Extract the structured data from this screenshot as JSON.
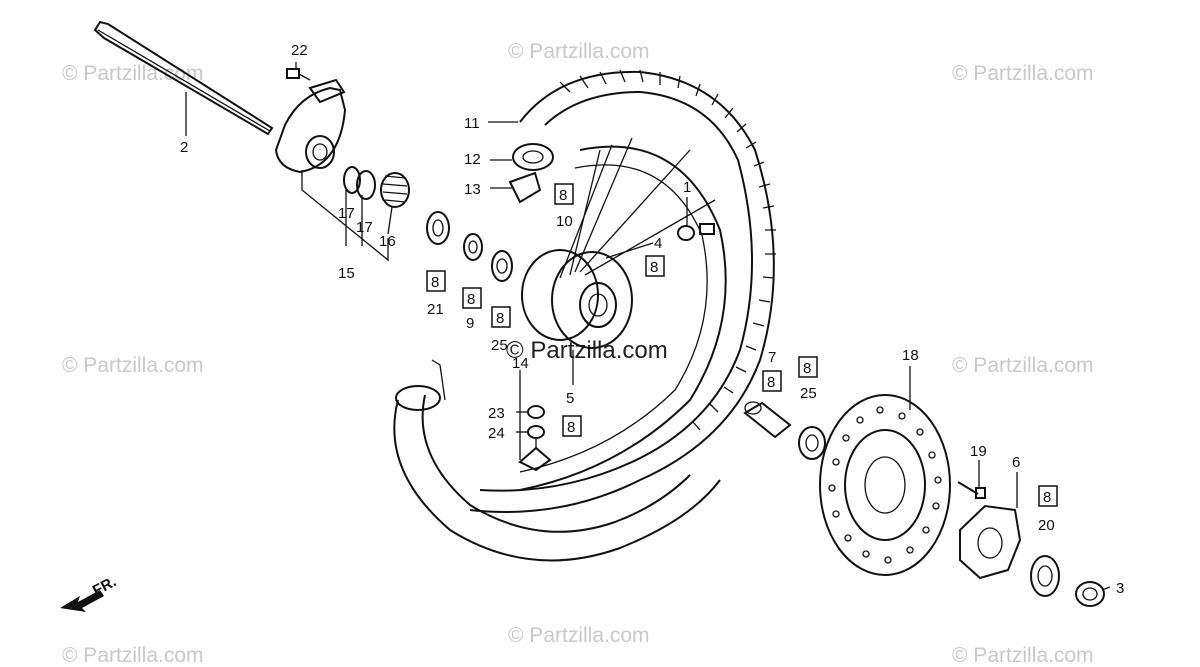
{
  "watermarks": [
    {
      "id": "wm-tl",
      "text": "© Partzilla.com"
    },
    {
      "id": "wm-tc",
      "text": "© Partzilla.com"
    },
    {
      "id": "wm-tr",
      "text": "© Partzilla.com"
    },
    {
      "id": "wm-ml",
      "text": "© Partzilla.com"
    },
    {
      "id": "wm-mc",
      "text": "© Partzilla.com"
    },
    {
      "id": "wm-mr",
      "text": "© Partzilla.com"
    },
    {
      "id": "wm-bl",
      "text": "© Partzilla.com"
    },
    {
      "id": "wm-bc",
      "text": "© Partzilla.com"
    },
    {
      "id": "wm-br",
      "text": "© Partzilla.com"
    }
  ],
  "direction_label": "FR.",
  "callouts": {
    "c1": "1",
    "c2": "2",
    "c3": "3",
    "c4": "4",
    "c5": "5",
    "c6": "6",
    "c7": "7",
    "c9": "9",
    "c10": "10",
    "c11": "11",
    "c12": "12",
    "c13": "13",
    "c14": "14",
    "c15": "15",
    "c16": "16",
    "c17a": "17",
    "c17b": "17",
    "c18": "18",
    "c19": "19",
    "c20": "20",
    "c21": "21",
    "c22": "22",
    "c23": "23",
    "c24": "24",
    "c25a": "25",
    "c25b": "25"
  },
  "boxed_label": "8"
}
